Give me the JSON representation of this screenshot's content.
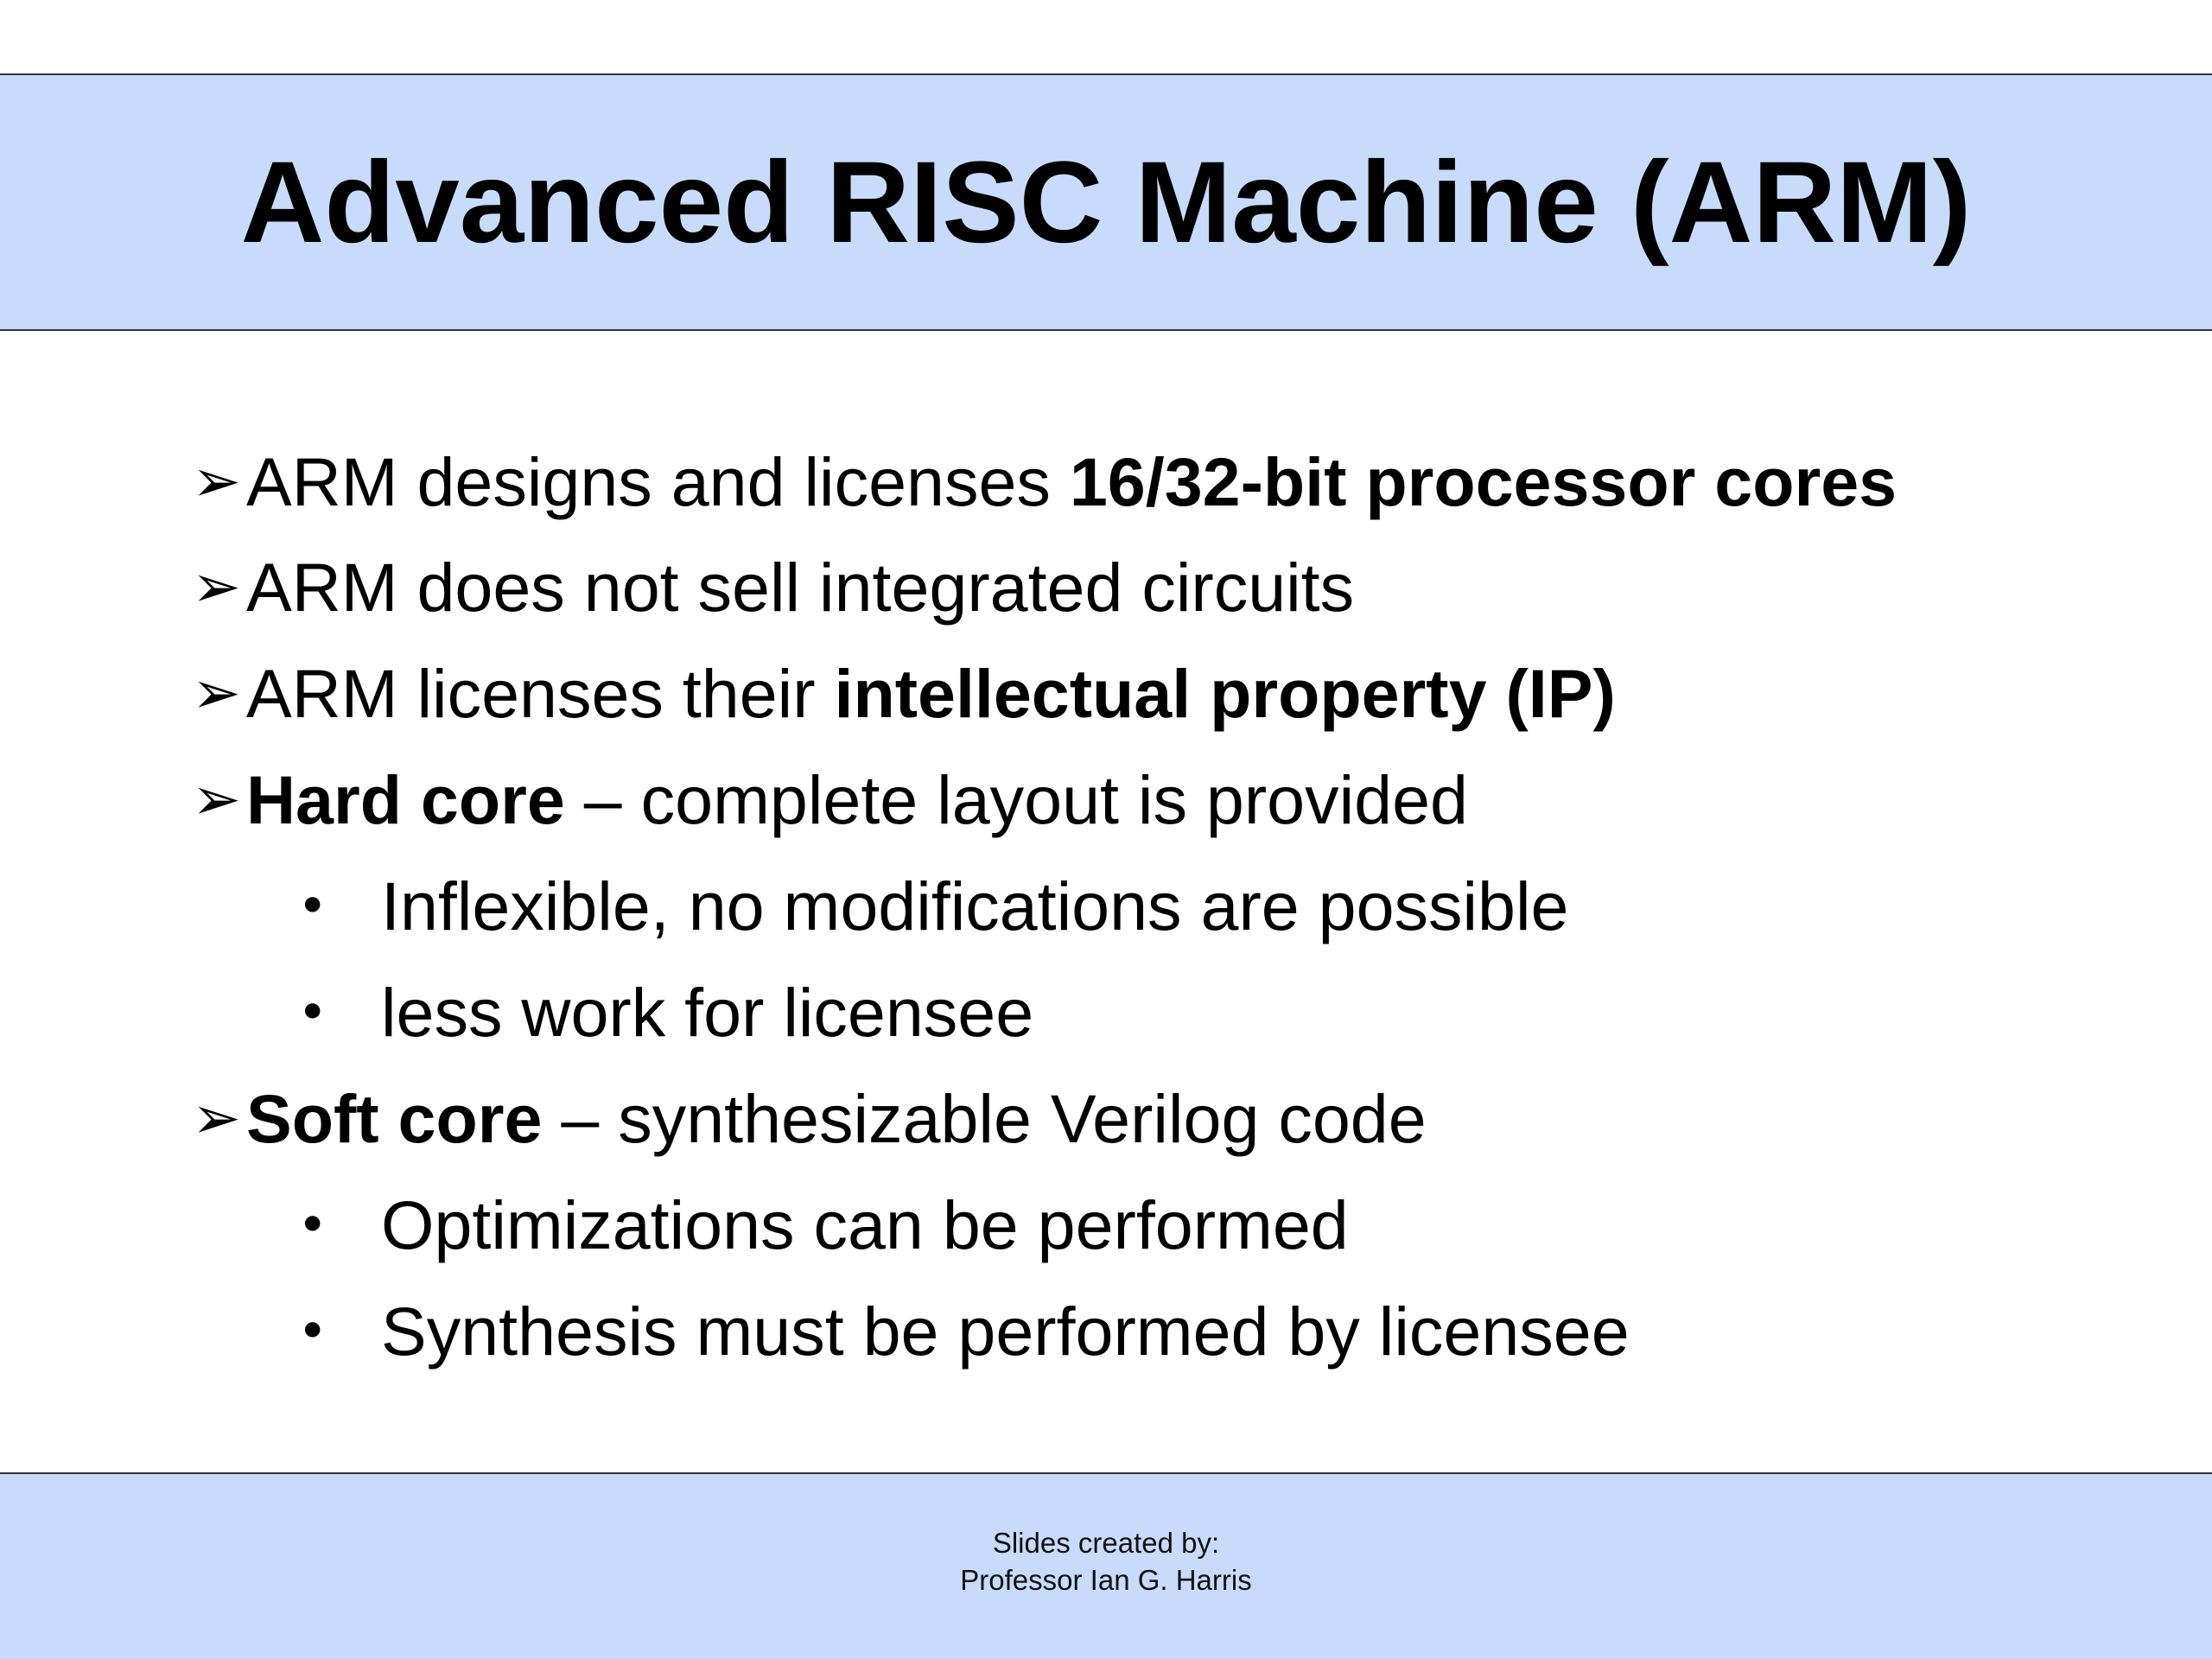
{
  "slide": {
    "title": "Advanced RISC Machine (ARM)",
    "arrow_glyph": "➢",
    "bullet_glyph": "•",
    "items": [
      {
        "level": 1,
        "parts": [
          {
            "text": "ARM designs and licenses "
          },
          {
            "text": "16/32-bit processor cores",
            "bold": true
          }
        ]
      },
      {
        "level": 1,
        "parts": [
          {
            "text": "ARM does not sell integrated circuits"
          }
        ]
      },
      {
        "level": 1,
        "parts": [
          {
            "text": "ARM licenses their "
          },
          {
            "text": "intellectual property (IP)",
            "bold": true
          }
        ]
      },
      {
        "level": 1,
        "parts": [
          {
            "text": "Hard core",
            "bold": true
          },
          {
            "text": " – complete layout is provided"
          }
        ]
      },
      {
        "level": 2,
        "parts": [
          {
            "text": "Inflexible, no modifications are possible"
          }
        ]
      },
      {
        "level": 2,
        "parts": [
          {
            "text": "less work for licensee"
          }
        ]
      },
      {
        "level": 1,
        "parts": [
          {
            "text": "Soft core",
            "bold": true
          },
          {
            "text": " – synthesizable Verilog code"
          }
        ]
      },
      {
        "level": 2,
        "parts": [
          {
            "text": "Optimizations can be performed"
          }
        ]
      },
      {
        "level": 2,
        "parts": [
          {
            "text": "Synthesis must be performed by licensee"
          }
        ]
      }
    ],
    "footer": {
      "line1": "Slides created by:",
      "line2": "Professor Ian G. Harris"
    },
    "colors": {
      "band": "#c9dbfb",
      "rule": "#333333",
      "text": "#000000"
    }
  }
}
